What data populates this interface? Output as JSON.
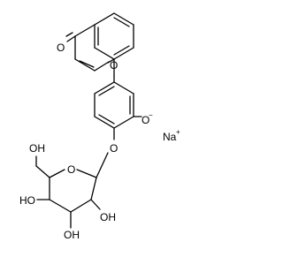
{
  "structure": {
    "atoms": {
      "ketone_oxygen": "O",
      "ring_oxygen_chromone": "O",
      "phenolate_oxygen": "O",
      "phenolate_charge": "−",
      "glycosidic_oxygen": "O",
      "ring_oxygen_sugar": "O",
      "ch2oh_group": "OH",
      "sugar_oh_left": "HO",
      "sugar_oh_bottom": "OH",
      "sugar_oh_right": "OH"
    },
    "counterion": {
      "symbol": "Na",
      "charge": "+"
    }
  }
}
